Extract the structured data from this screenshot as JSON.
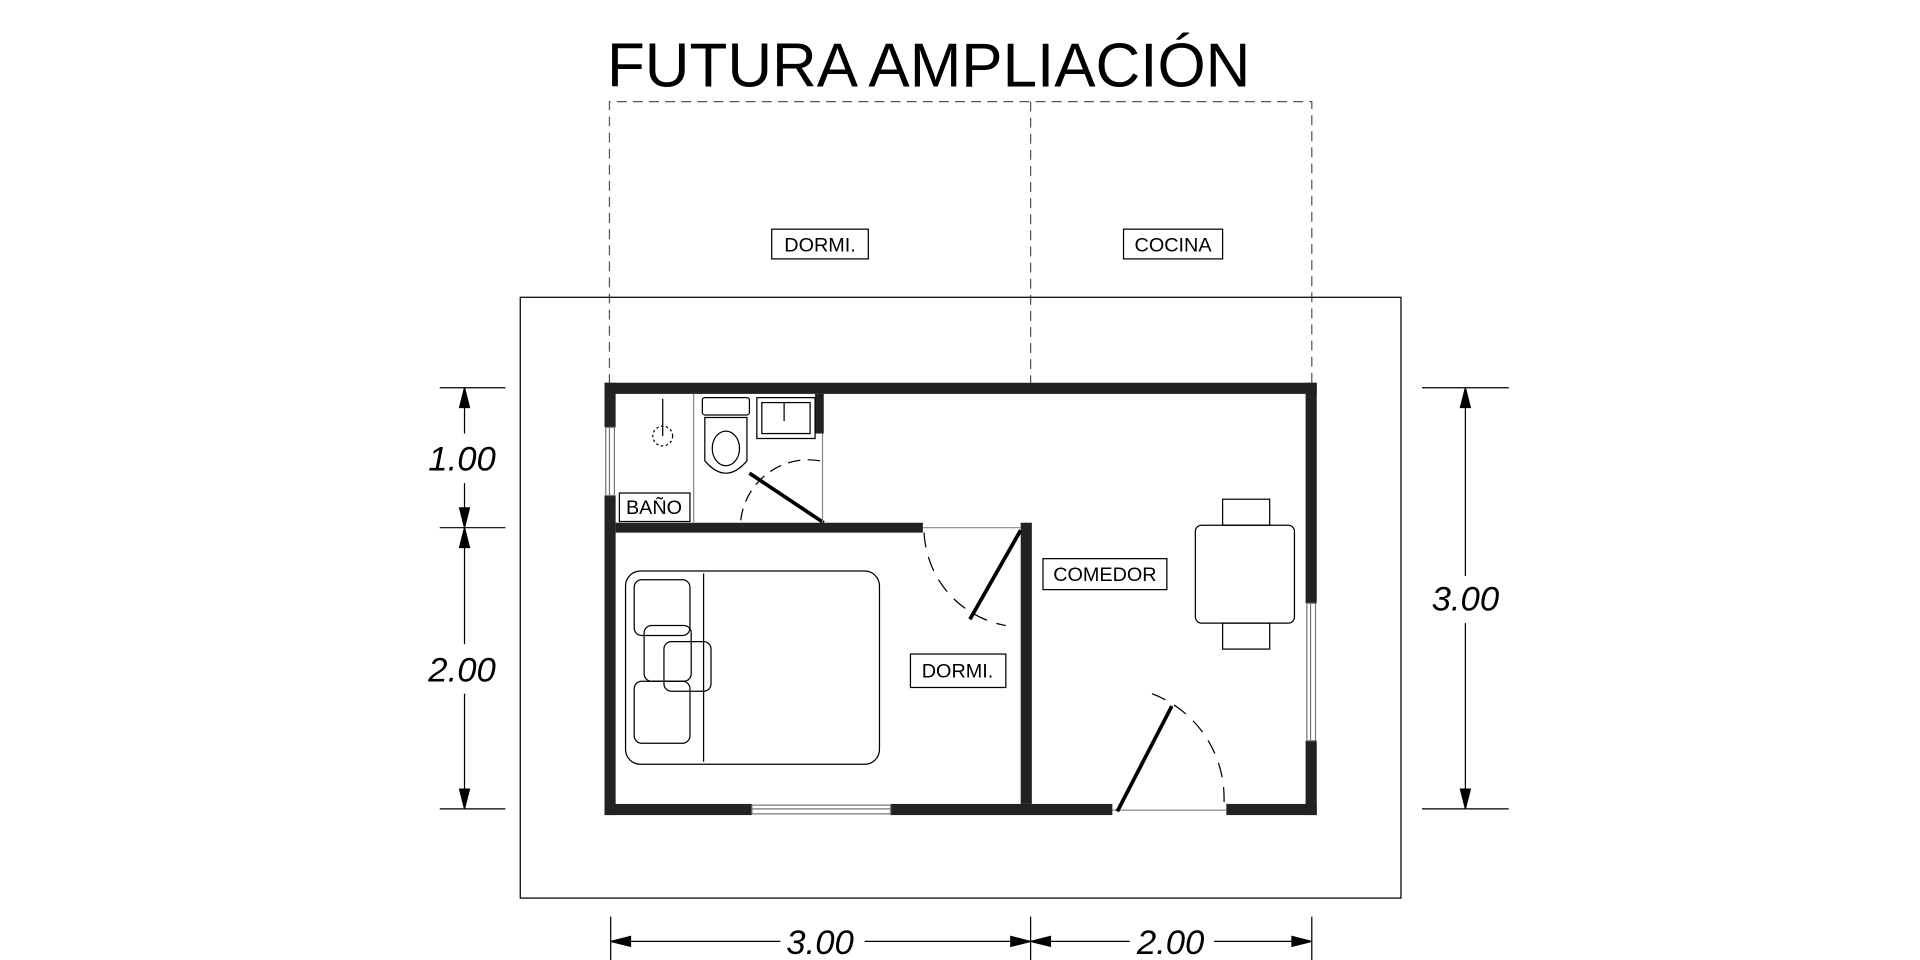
{
  "title": "FUTURA AMPLIACIÓN",
  "future_rooms": {
    "dormi": "DORMI.",
    "cocina": "COCINA"
  },
  "rooms": {
    "bano": "BAÑO",
    "comedor": "COMEDOR",
    "dormi": "DORMI."
  },
  "dimensions": {
    "left_top": "1.00",
    "left_bottom": "2.00",
    "right": "3.00",
    "bottom_left": "3.00",
    "bottom_right": "2.00"
  },
  "colors": {
    "wall": "#222222",
    "line": "#000000"
  }
}
